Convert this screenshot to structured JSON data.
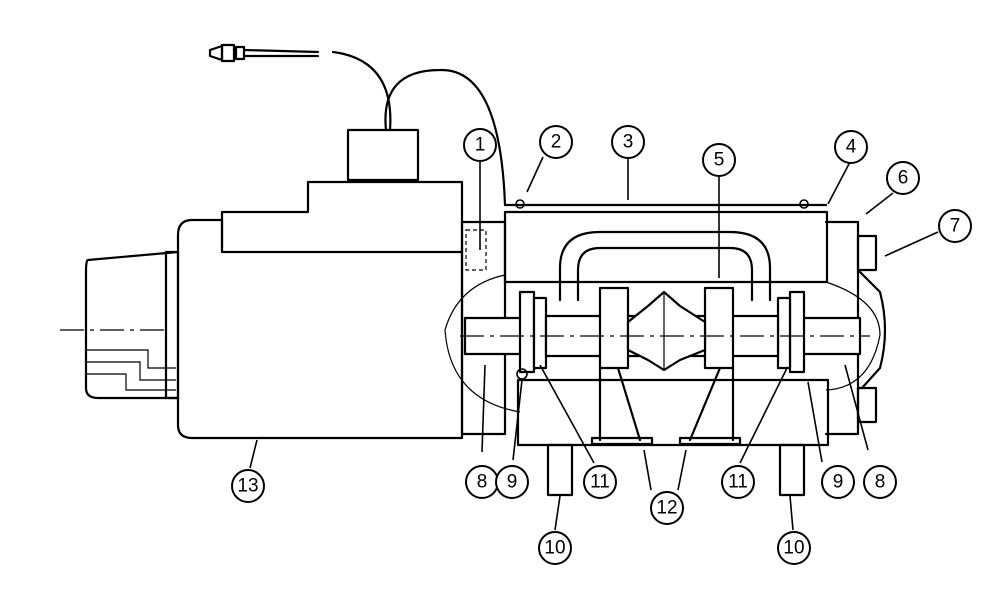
{
  "callouts": [
    {
      "id": "c1",
      "label": "1"
    },
    {
      "id": "c2",
      "label": "2"
    },
    {
      "id": "c3",
      "label": "3"
    },
    {
      "id": "c4",
      "label": "4"
    },
    {
      "id": "c5",
      "label": "5"
    },
    {
      "id": "c6",
      "label": "6"
    },
    {
      "id": "c7",
      "label": "7"
    },
    {
      "id": "c8a",
      "label": "8"
    },
    {
      "id": "c8b",
      "label": "8"
    },
    {
      "id": "c9a",
      "label": "9"
    },
    {
      "id": "c9b",
      "label": "9"
    },
    {
      "id": "c10a",
      "label": "10"
    },
    {
      "id": "c10b",
      "label": "10"
    },
    {
      "id": "c11a",
      "label": "11"
    },
    {
      "id": "c11b",
      "label": "11"
    },
    {
      "id": "c12",
      "label": "12"
    },
    {
      "id": "c13",
      "label": "13"
    }
  ]
}
